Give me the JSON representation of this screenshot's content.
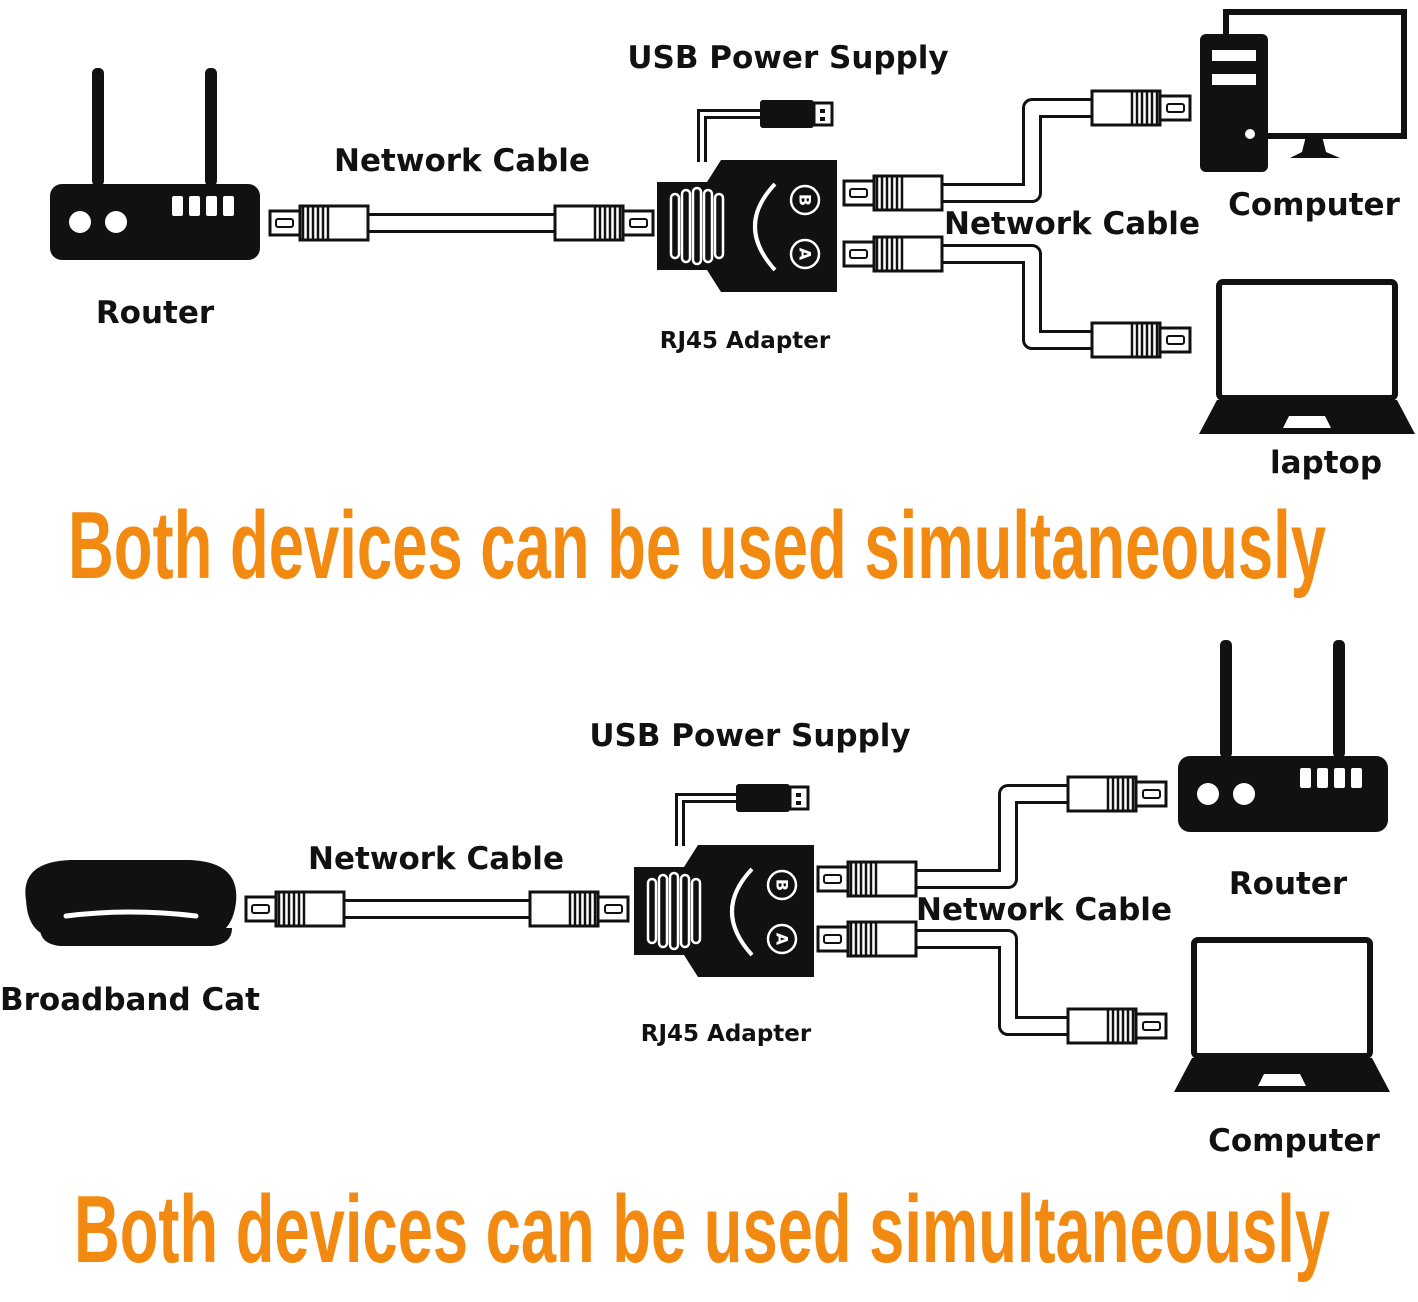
{
  "colors": {
    "ink": "#111111",
    "accent": "#f28a12",
    "bg": "#ffffff"
  },
  "diagram_top": {
    "source_label": "Router",
    "usb_label": "USB Power Supply",
    "cable_in_label": "Network Cable",
    "adapter_label": "RJ45 Adapter",
    "cable_out_label": "Network Cable",
    "device_b_label": "Computer",
    "device_a_label": "laptop",
    "port_b": "B",
    "port_a": "A"
  },
  "caption_top": "Both devices can be used simultaneously",
  "diagram_bottom": {
    "source_label": "Broadband Cat",
    "usb_label": "USB Power Supply",
    "cable_in_label": "Network Cable",
    "adapter_label": "RJ45 Adapter",
    "cable_out_label": "Network Cable",
    "device_b_label": "Router",
    "device_a_label": "Computer",
    "port_b": "B",
    "port_a": "A"
  },
  "caption_bottom": "Both devices can be used simultaneously",
  "icons": {
    "top_source": "router-icon",
    "top_device_b": "desktop-computer-icon",
    "top_device_a": "laptop-icon",
    "bottom_source": "modem-icon",
    "bottom_device_b": "router-icon",
    "bottom_device_a": "laptop-icon"
  }
}
